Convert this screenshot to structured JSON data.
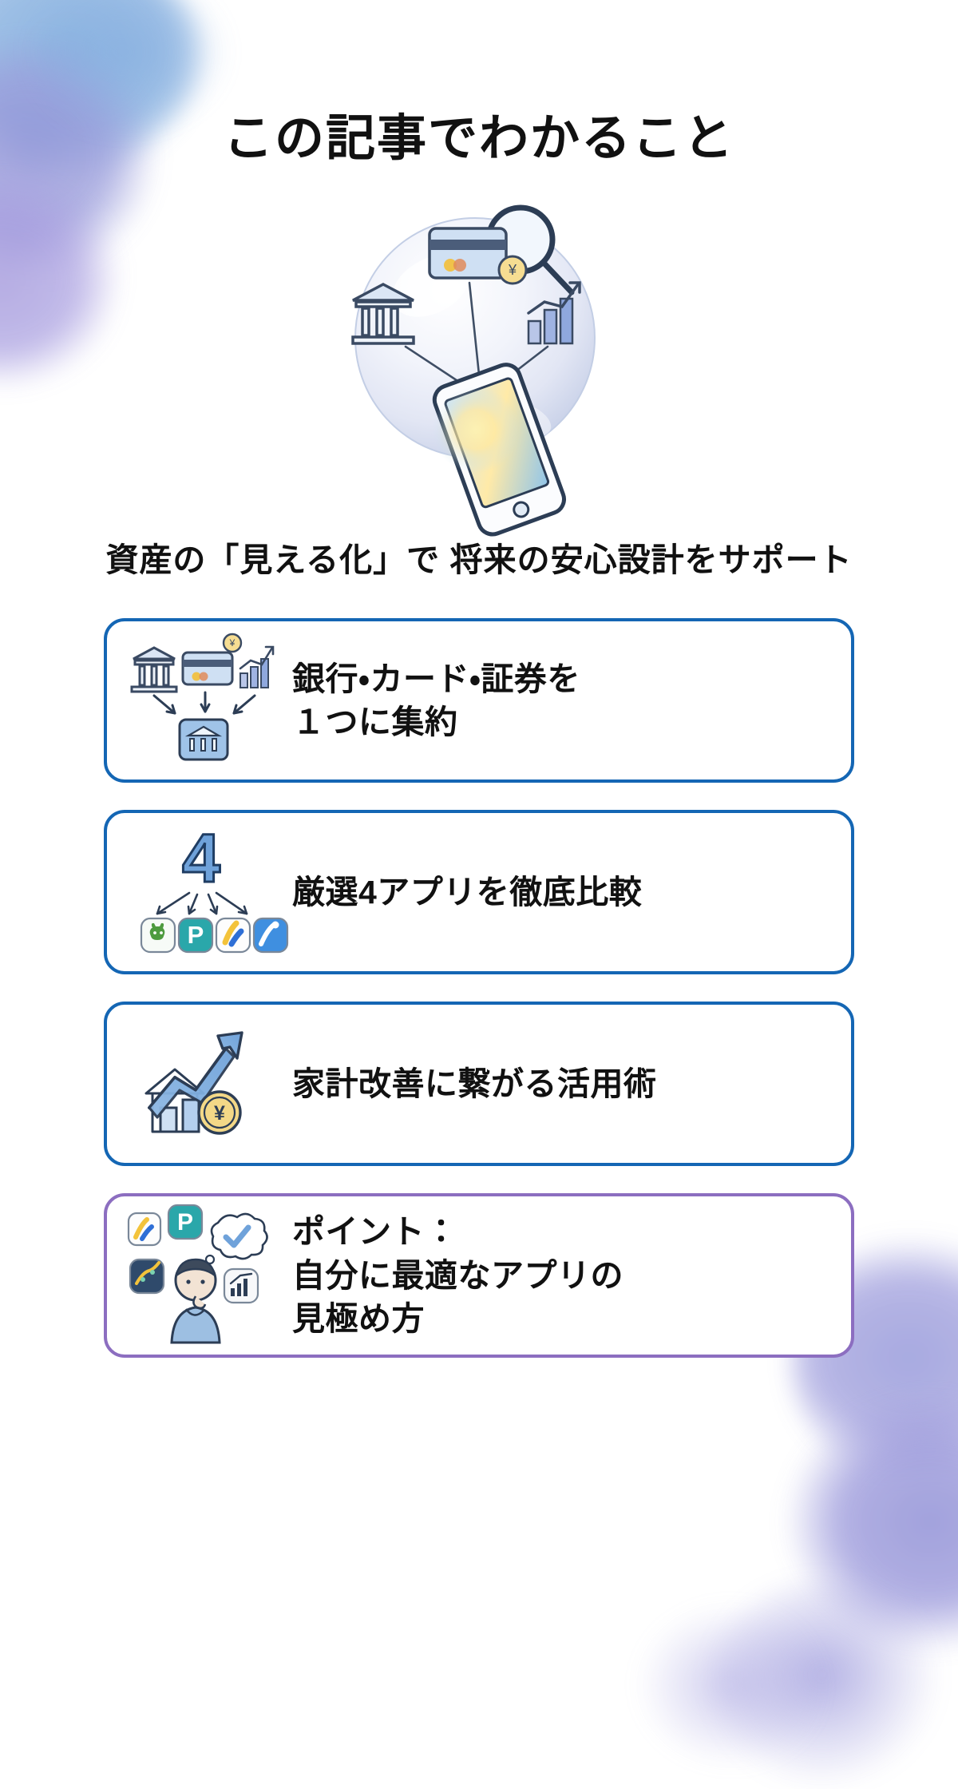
{
  "title": "この記事でわかること",
  "hero": {
    "icon": "bubble-magnifier-smartphone-illustration",
    "subtitle_line1": "資産の「見える化」で",
    "subtitle_line2": "将来の安心設計をサポート"
  },
  "colors": {
    "accent_blue": "#1466b4",
    "accent_purple": "#8c6ec0",
    "text": "#111111",
    "icon_blue": "#5a8fd0",
    "coin_yellow": "#f2d27a",
    "background": "#ffffff"
  },
  "cards": [
    {
      "id": "aggregate",
      "icon": "bank-card-chart-aggregate-icon",
      "border_color": "#1466b4",
      "lines": [
        "銀行・カード・証券を",
        "１つに集約"
      ]
    },
    {
      "id": "compare-apps",
      "icon": "number-four-apps-icon",
      "border_color": "#1466b4",
      "badge_number": "4",
      "app_icons": [
        "moneyforward-icon",
        "paypay-icon",
        "zaim-icon",
        "mint-icon"
      ],
      "lines": [
        "厳選4アプリを徹底比較"
      ]
    },
    {
      "id": "household-improvement",
      "icon": "growth-arrow-yen-coin-icon",
      "border_color": "#1466b4",
      "lines": [
        "家計改善に繋がる活用術"
      ]
    },
    {
      "id": "point-best-app",
      "icon": "person-thinking-apps-icon",
      "border_color": "#8c6ec0",
      "lines": [
        "ポイント：",
        "自分に最適なアプリの",
        "見極め方"
      ]
    }
  ]
}
